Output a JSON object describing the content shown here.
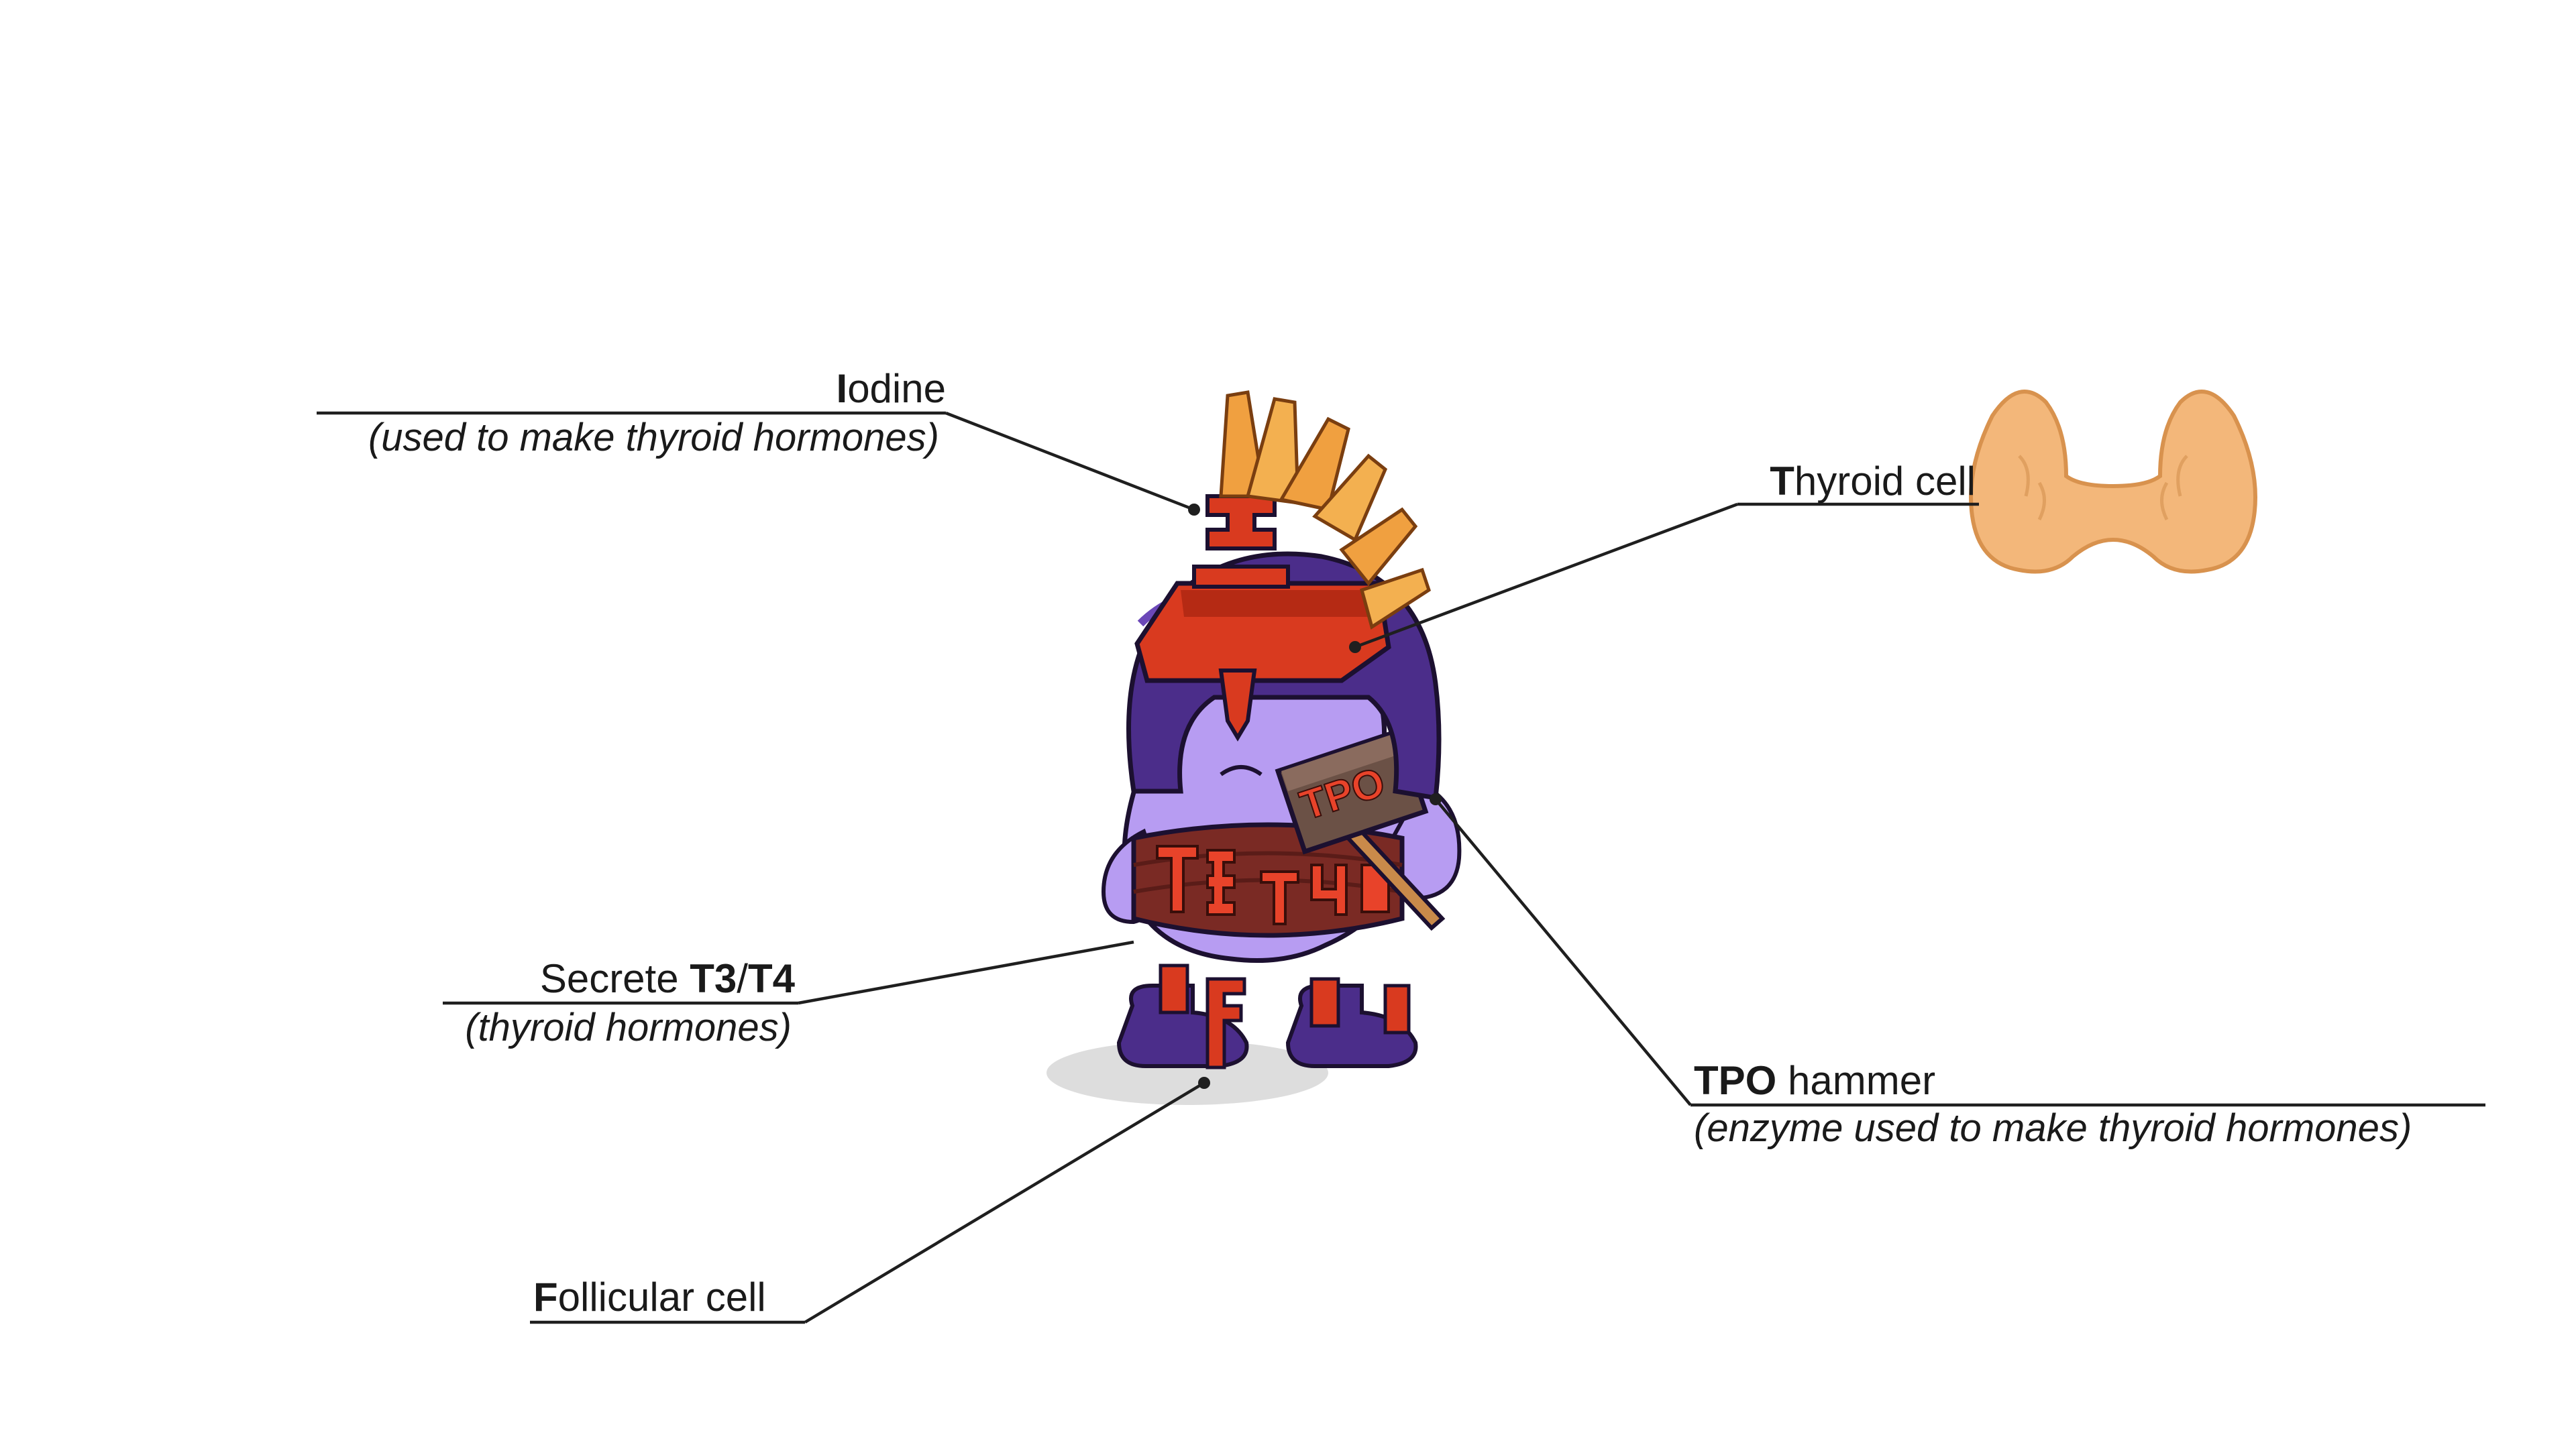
{
  "labels": {
    "iodine": {
      "bold": "I",
      "rest": "odine",
      "note": "(used to make thyroid hormones)"
    },
    "thyroid_cell": {
      "bold": "T",
      "rest": "hyroid cell"
    },
    "secrete": {
      "pre": "Secrete ",
      "t3": "T3",
      "slash": "/",
      "t4": "T4",
      "note": "(thyroid hormones)"
    },
    "tpo": {
      "bold": "TPO",
      "rest": " hammer",
      "note": "(enzyme used to make thyroid hormones)"
    },
    "follicular": {
      "bold": "F",
      "rest": "ollicular cell"
    }
  },
  "illustration": {
    "hammer_text": "TPO",
    "belt_text": "T3 T4"
  },
  "colors": {
    "leader": "#1f1f1f",
    "body": "#b79cf2",
    "helmet": "#4b2d8a",
    "armor_red": "#d93a1f",
    "crest": "#f0a040",
    "belt": "#7a2a24",
    "thyroid": "#f3b77a",
    "hammer": "#6b5146"
  }
}
